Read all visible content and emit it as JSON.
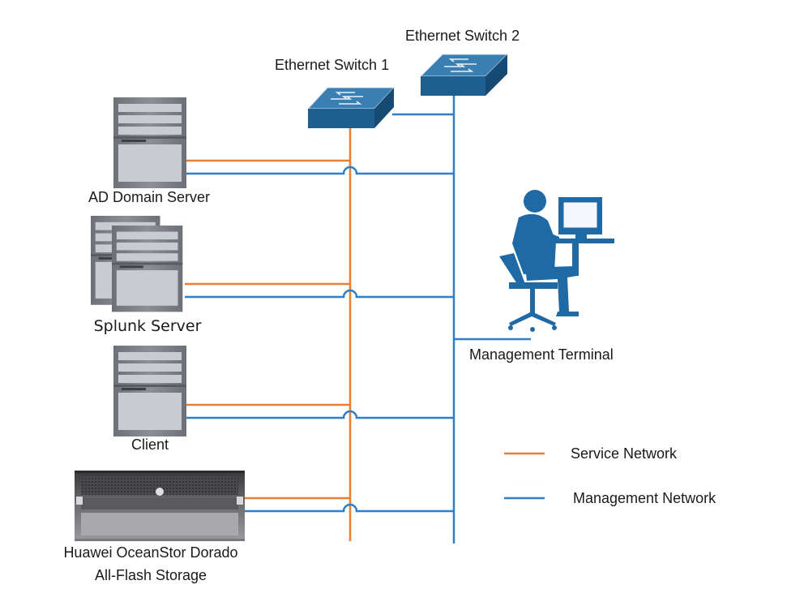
{
  "colors": {
    "service": "#ed7d31",
    "management": "#2e7fc6",
    "switch_top": "#3a7fb2",
    "switch_side": "#1c5a88",
    "person": "#1f6aa5",
    "server_body": "#7d7f86",
    "server_face": "#c4c6cc"
  },
  "labels": {
    "switch1": "Ethernet Switch 1",
    "switch2": "Ethernet Switch 2",
    "ad_server": "AD Domain Server",
    "splunk_server": "Splunk Server",
    "client": "Client",
    "storage_line1": "Huawei OceanStor Dorado",
    "storage_line2": "All-Flash Storage",
    "management_terminal": "Management Terminal"
  },
  "legend": {
    "items": [
      {
        "label": "Service Network",
        "color": "#ed7d31"
      },
      {
        "label": "Management Network",
        "color": "#2e7fc6"
      }
    ]
  },
  "icons": {
    "switch": "ethernet-switch-icon",
    "server": "server-icon",
    "storage": "storage-array-icon",
    "terminal": "operator-workstation-icon"
  }
}
